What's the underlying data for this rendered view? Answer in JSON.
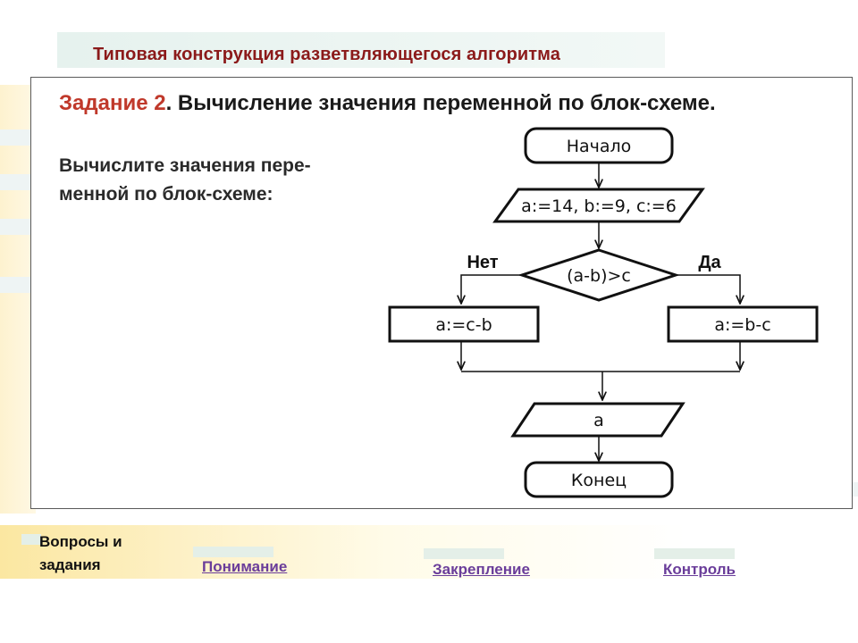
{
  "header": {
    "title": "Типовая конструкция разветвляющегося алгоритма"
  },
  "task": {
    "number_label": "Задание 2",
    "heading_rest": ". Вычисление значения переменной по блок-схеме.",
    "instruction_line1": "Вычислите значения пере-",
    "instruction_line2": "менной по блок-схеме:"
  },
  "flowchart": {
    "start": "Начало",
    "input": "a:=14, b:=9, c:=6",
    "condition": "(a-b)>c",
    "no_label": "Нет",
    "yes_label": "Да",
    "no_branch": "a:=c-b",
    "yes_branch": "a:=b-c",
    "output": "a",
    "end": "Конец"
  },
  "footer": {
    "section_title_line1": "Вопросы и",
    "section_title_line2": "задания",
    "links": [
      "Понимание",
      "Закрепление",
      "Контроль"
    ],
    "link_color": "#6a3d9a"
  },
  "colors": {
    "title": "#8b1a1a",
    "task_number": "#c0392b"
  }
}
